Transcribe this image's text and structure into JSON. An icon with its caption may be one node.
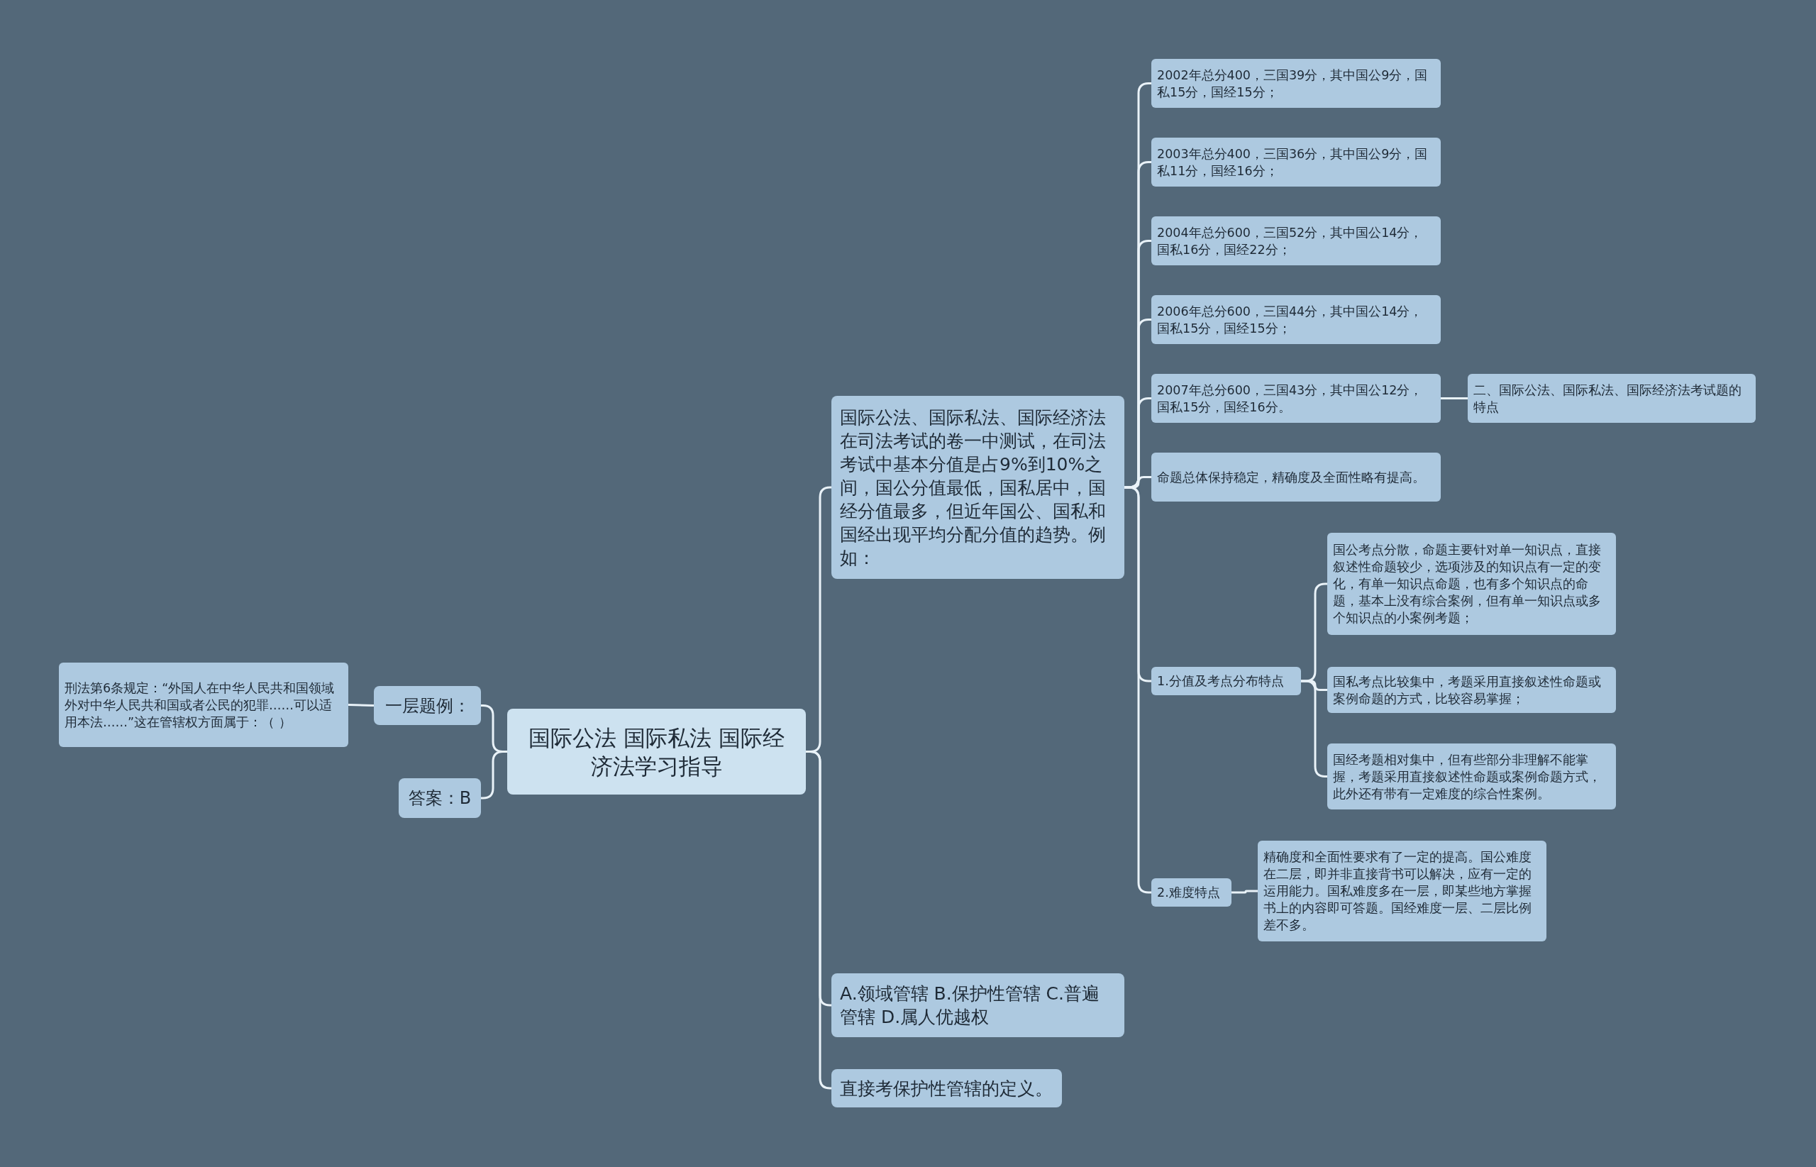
{
  "diagram": {
    "nodes": [
      {
        "text": [
          "国际公法 国际私法 国际经济法学习指导"
        ]
      },
      {
        "text": [
          "一层题例："
        ]
      },
      {
        "text": [
          "刑法第6条规定：“外国人在中华人民共和国领域外对中华人民共和国或者公民的犯罪……可以适用本法……”这在管辖权方面属于：（ ）"
        ]
      },
      {
        "text": [
          "答案：B"
        ]
      },
      {
        "text": [
          "国际公法、国际私法、国际经济法在司法考试的卷一中测试，在司法考试中基本分值是占9%到10%之间，国公分值最低，国私居中，国经分值最多，但近年国公、国私和国经出现平均分配分值的趋势。例如："
        ]
      },
      {
        "text": [
          "2002年总分400，三国39分，其中国公9分，国私15分，国经15分；"
        ]
      },
      {
        "text": [
          "2003年总分400，三国36分，其中国公9分，国私11分，国经16分；"
        ]
      },
      {
        "text": [
          "2004年总分600，三国52分，其中国公14分，国私16分，国经22分；"
        ]
      },
      {
        "text": [
          "2006年总分600，三国44分，其中国公14分，国私15分，国经15分；"
        ]
      },
      {
        "text": [
          "2007年总分600，三国43分，其中国公12分，国私15分，国经16分。"
        ]
      },
      {
        "text": [
          "二、国际公法、国际私法、国际经济法考试题的特点"
        ]
      },
      {
        "text": [
          "命题总体保持稳定，精确度及全面性略有提高。"
        ]
      },
      {
        "text": [
          "1.分值及考点分布特点"
        ]
      },
      {
        "text": [
          "国公考点分散，命题主要针对单一知识点，直接叙述性命题较少，选项涉及的知识点有一定的变化，有单一知识点命题，也有多个知识点的命题，基本上没有综合案例，但有单一知识点或多个知识点的小案例考题；"
        ]
      },
      {
        "text": [
          "国私考点比较集中，考题采用直接叙述性命题或案例命题的方式，比较容易掌握；"
        ]
      },
      {
        "text": [
          "国经考题相对集中，但有些部分非理解不能掌握，考题采用直接叙述性命题或案例命题方式，此外还有带有一定难度的综合性案例。"
        ]
      },
      {
        "text": [
          "2.难度特点"
        ]
      },
      {
        "text": [
          "精确度和全面性要求有了一定的提高。国公难度在二层，即并非直接背书可以解决，应有一定的运用能力。国私难度多在一层，即某些地方掌握书上的内容即可答题。国经难度一层、二层比例差不多。"
        ]
      },
      {
        "text": [
          "A.领域管辖  B.保护性管辖  C.普遍管辖  D.属人优越权"
        ]
      },
      {
        "text": [
          "直接考保护性管辖的定义。"
        ]
      }
    ],
    "edges": [
      {
        "from": 0,
        "to": 1,
        "arrow": "none"
      },
      {
        "from": 1,
        "to": 2,
        "arrow": "none"
      },
      {
        "from": 0,
        "to": 3,
        "arrow": "none"
      },
      {
        "from": 0,
        "to": 4,
        "arrow": "none"
      },
      {
        "from": 4,
        "to": 5,
        "arrow": "none"
      },
      {
        "from": 4,
        "to": 6,
        "arrow": "none"
      },
      {
        "from": 4,
        "to": 7,
        "arrow": "none"
      },
      {
        "from": 4,
        "to": 8,
        "arrow": "none"
      },
      {
        "from": 4,
        "to": 9,
        "arrow": "none"
      },
      {
        "from": 9,
        "to": 10,
        "arrow": "none"
      },
      {
        "from": 4,
        "to": 11,
        "arrow": "none"
      },
      {
        "from": 4,
        "to": 12,
        "arrow": "none"
      },
      {
        "from": 12,
        "to": 13,
        "arrow": "none"
      },
      {
        "from": 12,
        "to": 14,
        "arrow": "none"
      },
      {
        "from": 12,
        "to": 15,
        "arrow": "none"
      },
      {
        "from": 4,
        "to": 16,
        "arrow": "none"
      },
      {
        "from": 16,
        "to": 17,
        "arrow": "none"
      },
      {
        "from": 0,
        "to": 18,
        "arrow": "none"
      },
      {
        "from": 0,
        "to": 19,
        "arrow": "none"
      }
    ]
  }
}
